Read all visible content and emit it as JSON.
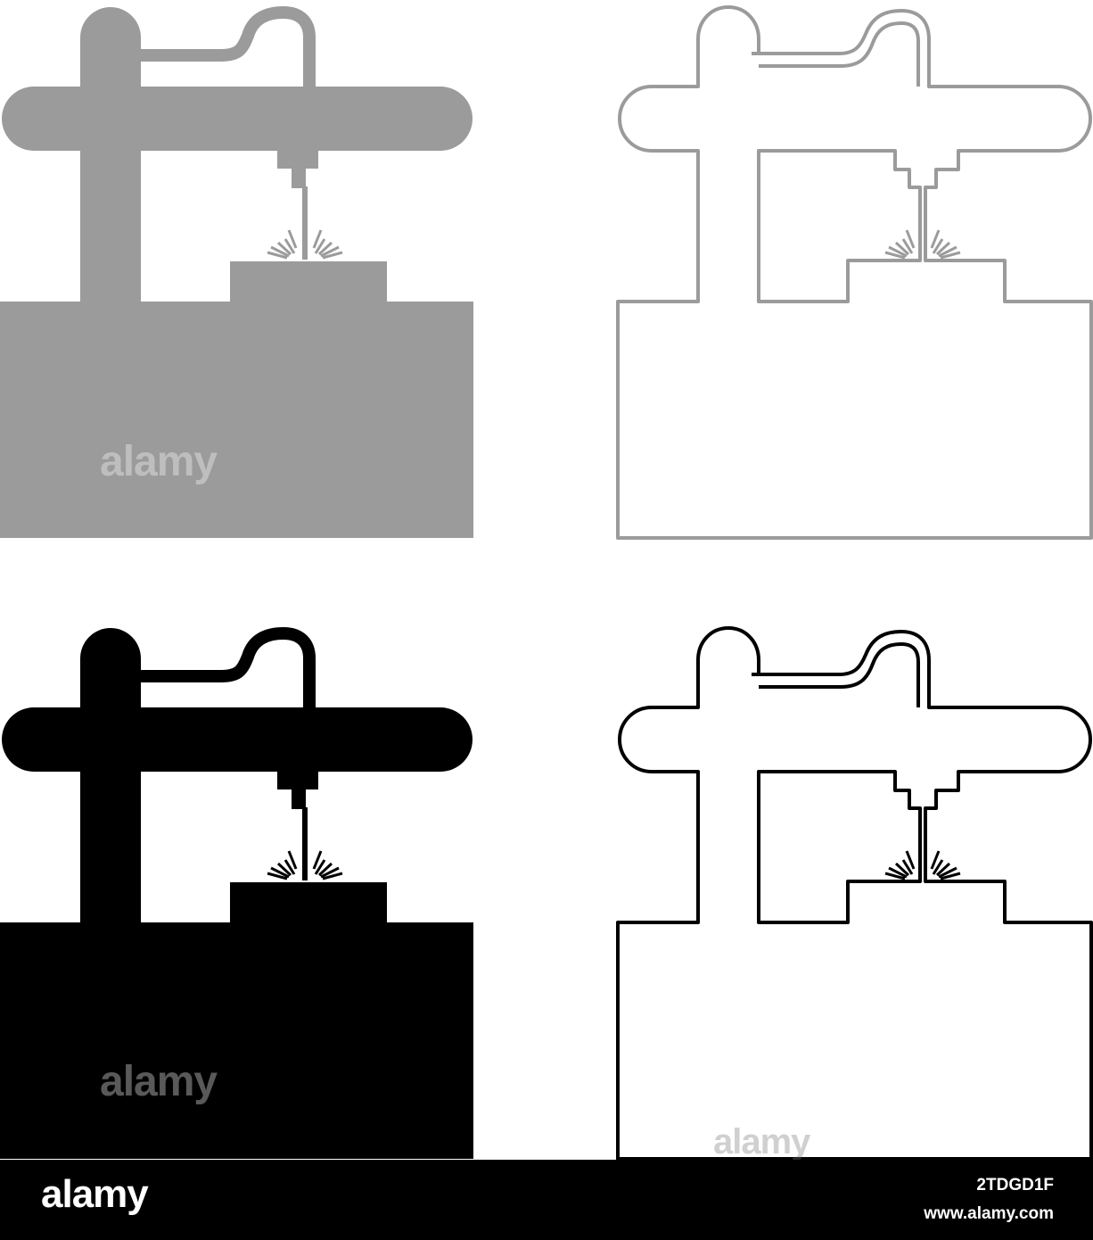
{
  "watermark_text": "alamy",
  "footer": {
    "logo": "alamy",
    "image_id": "2TDGD1F",
    "url": "www.alamy.com"
  },
  "icons": [
    {
      "name": "cnc-machine-icon-gray-filled",
      "style": "filled",
      "color": "#9b9b9b"
    },
    {
      "name": "cnc-machine-icon-gray-outline",
      "style": "outline",
      "color": "#9b9b9b"
    },
    {
      "name": "cnc-machine-icon-black-filled",
      "style": "filled",
      "color": "#000000"
    },
    {
      "name": "cnc-machine-icon-black-outline",
      "style": "outline",
      "color": "#000000"
    }
  ]
}
